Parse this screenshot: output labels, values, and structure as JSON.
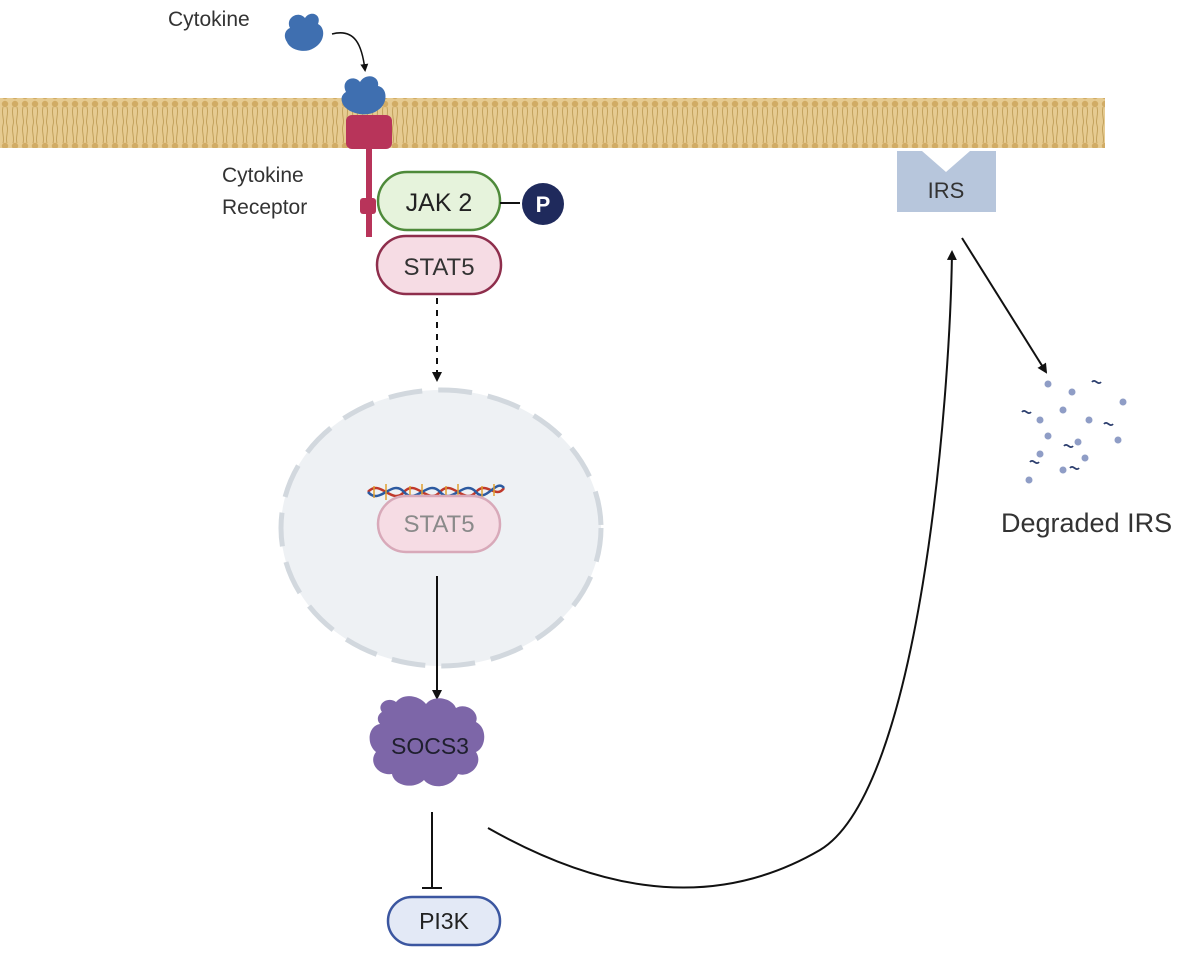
{
  "labels": {
    "cytokine": "Cytokine",
    "receptor_line1": "Cytokine",
    "receptor_line2": "Receptor",
    "jak2": "JAK 2",
    "phospho": "P",
    "stat5_cytoplasm": "STAT5",
    "stat5_nucleus": "STAT5",
    "socs3": "SOCS3",
    "pi3k": "PI3K",
    "irs": "IRS",
    "degraded_irs": "Degraded IRS"
  },
  "colors": {
    "membrane": "#d9b46a",
    "membrane_dark": "#b8913f",
    "cytokine": "#3f6fb0",
    "receptor": "#b8345a",
    "jak2_fill": "#e6f3dc",
    "jak2_stroke": "#4e8a3a",
    "phospho_fill": "#1f2a5c",
    "stat5_fill": "#f6dce4",
    "stat5_stroke": "#8e2e4c",
    "nucleus_fill": "#eef1f4",
    "nucleus_stroke": "#d2d8de",
    "socs3": "#7d66a8",
    "pi3k_fill": "#e3e9f6",
    "pi3k_stroke": "#3b56a0",
    "irs": "#b7c6dc",
    "debris": "#8f9dc6",
    "arrow": "#111111"
  }
}
